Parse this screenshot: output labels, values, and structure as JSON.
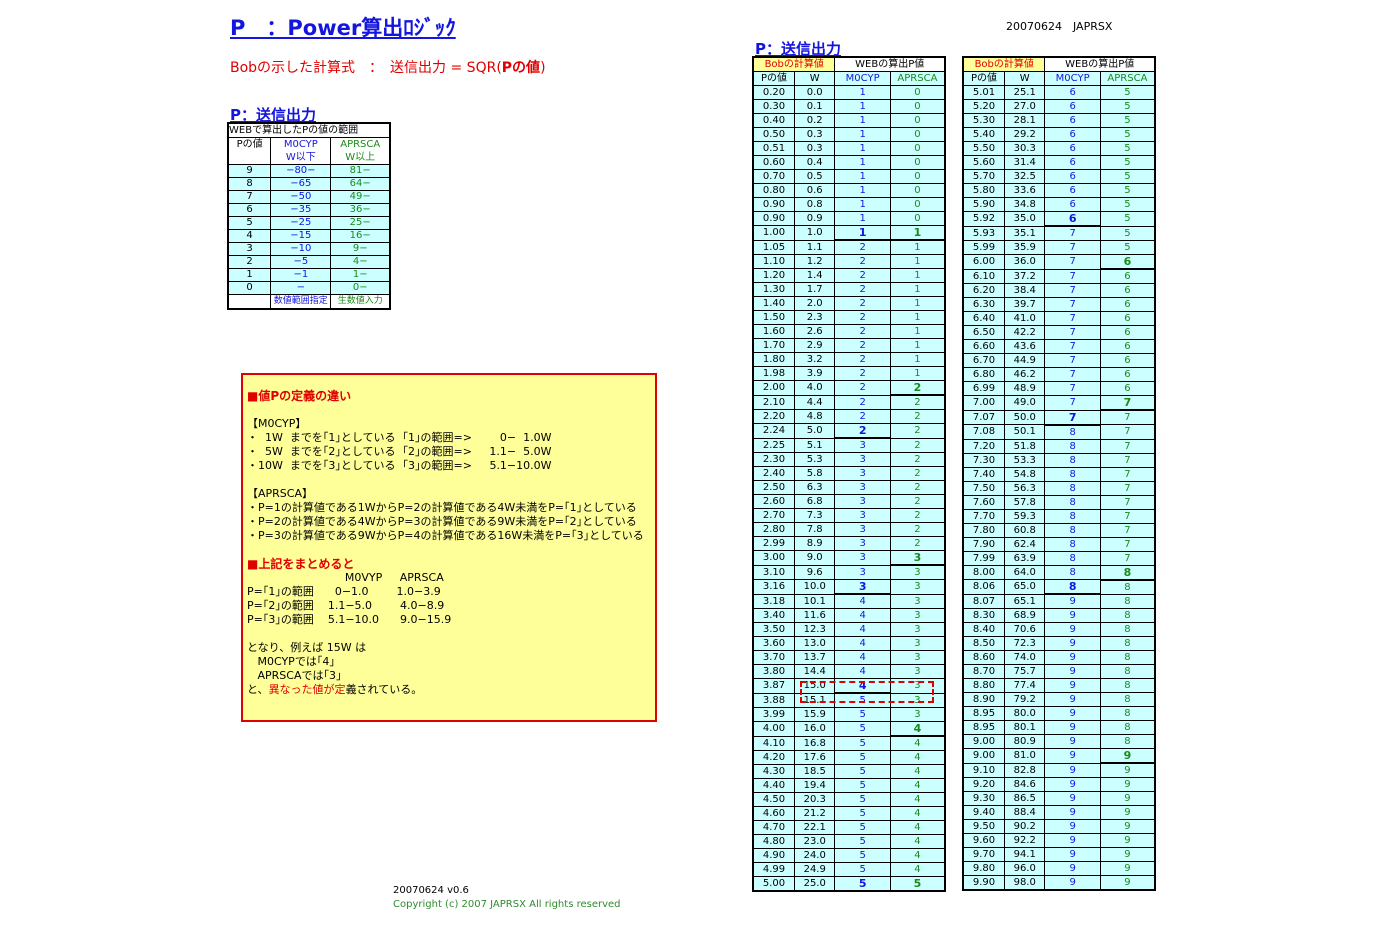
{
  "header": {
    "title": "P　：Power算出ﾛｼﾞｯｸ",
    "date": "20070624　JAPRSX",
    "formula_prefix": "Bobの示した計算式　：　送信出力 = SQR(",
    "formula_bold": "Pの値",
    "formula_suffix": ")"
  },
  "range_section": {
    "title": "P：送信出力",
    "caption": "WEBで算出したPの値の範囲",
    "col_p": "Pの値",
    "col_m1": "M0CYP",
    "col_m2": "W以下",
    "col_a1": "APRSCA",
    "col_a2": "W以上",
    "rows": [
      {
        "p": "9",
        "m": "−80−",
        "a": "81−"
      },
      {
        "p": "8",
        "m": "−65",
        "a": "64−"
      },
      {
        "p": "7",
        "m": "−50",
        "a": "49−"
      },
      {
        "p": "6",
        "m": "−35",
        "a": "36−"
      },
      {
        "p": "5",
        "m": "−25",
        "a": "25−"
      },
      {
        "p": "4",
        "m": "−15",
        "a": "16−"
      },
      {
        "p": "3",
        "m": "−10",
        "a": "9−"
      },
      {
        "p": "2",
        "m": "−5",
        "a": "4−"
      },
      {
        "p": "1",
        "m": "−1",
        "a": "1−"
      },
      {
        "p": "0",
        "m": "−",
        "a": "0−"
      }
    ],
    "foot_m": "数値範囲指定",
    "foot_a": "生数値入力"
  },
  "note": {
    "title1": "■値Pの定義の違い",
    "l1": "【M0CYP】",
    "l2": "・  1W  までを｢1｣としている  ｢1｣の範囲=>        0−  1.0W",
    "l3": "・  5W  までを｢2｣としている  ｢2｣の範囲=>     1.1−  5.0W",
    "l4": "・10W  までを｢3｣としている  ｢3｣の範囲=>     5.1−10.0W",
    "l5": "【APRSCA】",
    "l6": "・P=1の計算値である1WからP=2の計算値である4W未満をP=｢1｣としている",
    "l7": "・P=2の計算値である4WからP=3の計算値である9W未満をP=｢2｣としている",
    "l8": "・P=3の計算値である9WからP=4の計算値である16W未満をP=｢3｣としている",
    "title2": "■上記をまとめると",
    "l9": "                            M0VYP     APRSCA",
    "l10": "P=｢1｣の範囲      0−1.0        1.0−3.9",
    "l11": "P=｢2｣の範囲    1.1−5.0        4.0−8.9",
    "l12": "P=｢3｣の範囲    5.1−10.0      9.0−15.9",
    "l13": "となり、例えば 15W は",
    "l14": "   M0CYPでは｢4｣",
    "l15": "   APRSCAでは｢3｣",
    "l16a": "と、",
    "l16b": "異なった値が定",
    "l16c": "義されている。"
  },
  "output_section": {
    "title": "P：送信出力"
  },
  "big_table_headers": {
    "bob": "Bobの計算値",
    "web": "WEBの算出P値",
    "p": "Pの値",
    "w": "W",
    "m": "M0CYP",
    "a": "APRSCA"
  },
  "table_left": [
    [
      "0.20",
      "0.0",
      "1",
      "0"
    ],
    [
      "0.30",
      "0.1",
      "1",
      "0"
    ],
    [
      "0.40",
      "0.2",
      "1",
      "0"
    ],
    [
      "0.50",
      "0.3",
      "1",
      "0"
    ],
    [
      "0.51",
      "0.3",
      "1",
      "0"
    ],
    [
      "0.60",
      "0.4",
      "1",
      "0"
    ],
    [
      "0.70",
      "0.5",
      "1",
      "0"
    ],
    [
      "0.80",
      "0.6",
      "1",
      "0"
    ],
    [
      "0.90",
      "0.8",
      "1",
      "0"
    ],
    [
      "0.90",
      "0.9",
      "1",
      "0"
    ],
    [
      "1.00",
      "1.0",
      "1",
      "1"
    ],
    [
      "1.05",
      "1.1",
      "2",
      "1"
    ],
    [
      "1.10",
      "1.2",
      "2",
      "1"
    ],
    [
      "1.20",
      "1.4",
      "2",
      "1"
    ],
    [
      "1.30",
      "1.7",
      "2",
      "1"
    ],
    [
      "1.40",
      "2.0",
      "2",
      "1"
    ],
    [
      "1.50",
      "2.3",
      "2",
      "1"
    ],
    [
      "1.60",
      "2.6",
      "2",
      "1"
    ],
    [
      "1.70",
      "2.9",
      "2",
      "1"
    ],
    [
      "1.80",
      "3.2",
      "2",
      "1"
    ],
    [
      "1.98",
      "3.9",
      "2",
      "1"
    ],
    [
      "2.00",
      "4.0",
      "2",
      "2"
    ],
    [
      "2.10",
      "4.4",
      "2",
      "2"
    ],
    [
      "2.20",
      "4.8",
      "2",
      "2"
    ],
    [
      "2.24",
      "5.0",
      "2",
      "2"
    ],
    [
      "2.25",
      "5.1",
      "3",
      "2"
    ],
    [
      "2.30",
      "5.3",
      "3",
      "2"
    ],
    [
      "2.40",
      "5.8",
      "3",
      "2"
    ],
    [
      "2.50",
      "6.3",
      "3",
      "2"
    ],
    [
      "2.60",
      "6.8",
      "3",
      "2"
    ],
    [
      "2.70",
      "7.3",
      "3",
      "2"
    ],
    [
      "2.80",
      "7.8",
      "3",
      "2"
    ],
    [
      "2.99",
      "8.9",
      "3",
      "2"
    ],
    [
      "3.00",
      "9.0",
      "3",
      "3"
    ],
    [
      "3.10",
      "9.6",
      "3",
      "3"
    ],
    [
      "3.16",
      "10.0",
      "3",
      "3"
    ],
    [
      "3.18",
      "10.1",
      "4",
      "3"
    ],
    [
      "3.40",
      "11.6",
      "4",
      "3"
    ],
    [
      "3.50",
      "12.3",
      "4",
      "3"
    ],
    [
      "3.60",
      "13.0",
      "4",
      "3"
    ],
    [
      "3.70",
      "13.7",
      "4",
      "3"
    ],
    [
      "3.80",
      "14.4",
      "4",
      "3"
    ],
    [
      "3.87",
      "15.0",
      "4",
      "3"
    ],
    [
      "3.88",
      "15.1",
      "5",
      "3"
    ],
    [
      "3.99",
      "15.9",
      "5",
      "3"
    ],
    [
      "4.00",
      "16.0",
      "5",
      "4"
    ],
    [
      "4.10",
      "16.8",
      "5",
      "4"
    ],
    [
      "4.20",
      "17.6",
      "5",
      "4"
    ],
    [
      "4.30",
      "18.5",
      "5",
      "4"
    ],
    [
      "4.40",
      "19.4",
      "5",
      "4"
    ],
    [
      "4.50",
      "20.3",
      "5",
      "4"
    ],
    [
      "4.60",
      "21.2",
      "5",
      "4"
    ],
    [
      "4.70",
      "22.1",
      "5",
      "4"
    ],
    [
      "4.80",
      "23.0",
      "5",
      "4"
    ],
    [
      "4.90",
      "24.0",
      "5",
      "4"
    ],
    [
      "4.99",
      "24.9",
      "5",
      "4"
    ],
    [
      "5.00",
      "25.0",
      "5",
      "5"
    ]
  ],
  "table_right": [
    [
      "5.01",
      "25.1",
      "6",
      "5"
    ],
    [
      "5.20",
      "27.0",
      "6",
      "5"
    ],
    [
      "5.30",
      "28.1",
      "6",
      "5"
    ],
    [
      "5.40",
      "29.2",
      "6",
      "5"
    ],
    [
      "5.50",
      "30.3",
      "6",
      "5"
    ],
    [
      "5.60",
      "31.4",
      "6",
      "5"
    ],
    [
      "5.70",
      "32.5",
      "6",
      "5"
    ],
    [
      "5.80",
      "33.6",
      "6",
      "5"
    ],
    [
      "5.90",
      "34.8",
      "6",
      "5"
    ],
    [
      "5.92",
      "35.0",
      "6",
      "5"
    ],
    [
      "5.93",
      "35.1",
      "7",
      "5"
    ],
    [
      "5.99",
      "35.9",
      "7",
      "5"
    ],
    [
      "6.00",
      "36.0",
      "7",
      "6"
    ],
    [
      "6.10",
      "37.2",
      "7",
      "6"
    ],
    [
      "6.20",
      "38.4",
      "7",
      "6"
    ],
    [
      "6.30",
      "39.7",
      "7",
      "6"
    ],
    [
      "6.40",
      "41.0",
      "7",
      "6"
    ],
    [
      "6.50",
      "42.2",
      "7",
      "6"
    ],
    [
      "6.60",
      "43.6",
      "7",
      "6"
    ],
    [
      "6.70",
      "44.9",
      "7",
      "6"
    ],
    [
      "6.80",
      "46.2",
      "7",
      "6"
    ],
    [
      "6.99",
      "48.9",
      "7",
      "6"
    ],
    [
      "7.00",
      "49.0",
      "7",
      "7"
    ],
    [
      "7.07",
      "50.0",
      "7",
      "7"
    ],
    [
      "7.08",
      "50.1",
      "8",
      "7"
    ],
    [
      "7.20",
      "51.8",
      "8",
      "7"
    ],
    [
      "7.30",
      "53.3",
      "8",
      "7"
    ],
    [
      "7.40",
      "54.8",
      "8",
      "7"
    ],
    [
      "7.50",
      "56.3",
      "8",
      "7"
    ],
    [
      "7.60",
      "57.8",
      "8",
      "7"
    ],
    [
      "7.70",
      "59.3",
      "8",
      "7"
    ],
    [
      "7.80",
      "60.8",
      "8",
      "7"
    ],
    [
      "7.90",
      "62.4",
      "8",
      "7"
    ],
    [
      "7.99",
      "63.9",
      "8",
      "7"
    ],
    [
      "8.00",
      "64.0",
      "8",
      "8"
    ],
    [
      "8.06",
      "65.0",
      "8",
      "8"
    ],
    [
      "8.07",
      "65.1",
      "9",
      "8"
    ],
    [
      "8.30",
      "68.9",
      "9",
      "8"
    ],
    [
      "8.40",
      "70.6",
      "9",
      "8"
    ],
    [
      "8.50",
      "72.3",
      "9",
      "8"
    ],
    [
      "8.60",
      "74.0",
      "9",
      "8"
    ],
    [
      "8.70",
      "75.7",
      "9",
      "8"
    ],
    [
      "8.80",
      "77.4",
      "9",
      "8"
    ],
    [
      "8.90",
      "79.2",
      "9",
      "8"
    ],
    [
      "8.95",
      "80.0",
      "9",
      "8"
    ],
    [
      "8.95",
      "80.1",
      "9",
      "8"
    ],
    [
      "9.00",
      "80.9",
      "9",
      "8"
    ],
    [
      "9.00",
      "81.0",
      "9",
      "9"
    ],
    [
      "9.10",
      "82.8",
      "9",
      "9"
    ],
    [
      "9.20",
      "84.6",
      "9",
      "9"
    ],
    [
      "9.30",
      "86.5",
      "9",
      "9"
    ],
    [
      "9.40",
      "88.4",
      "9",
      "9"
    ],
    [
      "9.50",
      "90.2",
      "9",
      "9"
    ],
    [
      "9.60",
      "92.2",
      "9",
      "9"
    ],
    [
      "9.70",
      "94.1",
      "9",
      "9"
    ],
    [
      "9.80",
      "96.0",
      "9",
      "9"
    ],
    [
      "9.90",
      "98.0",
      "9",
      "9"
    ]
  ],
  "bold_m_left": [
    10,
    24,
    35,
    42,
    56
  ],
  "bold_a_left": [
    10,
    21,
    33,
    45,
    56
  ],
  "bold_m_right": [
    9,
    23,
    35
  ],
  "bold_a_right": [
    12,
    22,
    34,
    47
  ],
  "footer": {
    "version": "20070624 v0.6",
    "copyright": "Copyright (c) 2007 JAPRSX  All rights reserved"
  }
}
